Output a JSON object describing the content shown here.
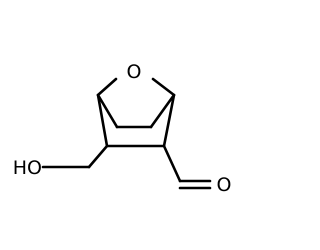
{
  "molecule": {
    "atoms": {
      "ring_oxygen": "O",
      "hydroxyl": "HO",
      "aldehyde_oxygen": "O"
    },
    "colors": {
      "bond": "#000000",
      "label": "#000000",
      "background": "#ffffff"
    }
  }
}
